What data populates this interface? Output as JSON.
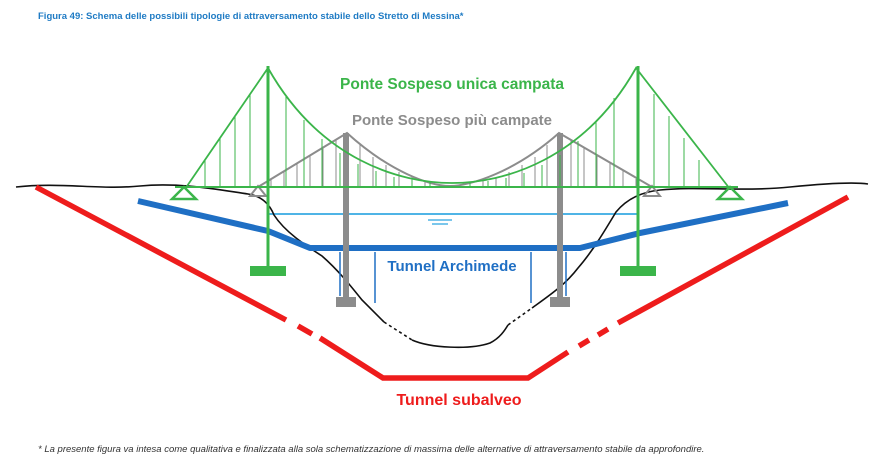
{
  "figure": {
    "title": "Figura 49: Schema delle possibili tipologie di attraversamento stabile dello Stretto di Messina*",
    "footnote": "* La presente figura va intesa come qualitativa e finalizzata alla sola schematizzazione di massima delle alternative di attraversamento stabile da approfondire."
  },
  "labels": {
    "ponte_unica": "Ponte Sospeso unica campata",
    "ponte_piu": "Ponte Sospeso più campate",
    "tunnel_archimede": "Tunnel Archimede",
    "tunnel_subalveo": "Tunnel subalveo"
  },
  "colors": {
    "ponte_unica": "#3bb54a",
    "ponte_piu": "#8c8c8c",
    "tunnel_archimede": "#1f6fc4",
    "tunnel_subalveo": "#ee1c1c",
    "water": "#4fb4e6",
    "terrain": "#111111",
    "title": "#1f7bc4"
  }
}
